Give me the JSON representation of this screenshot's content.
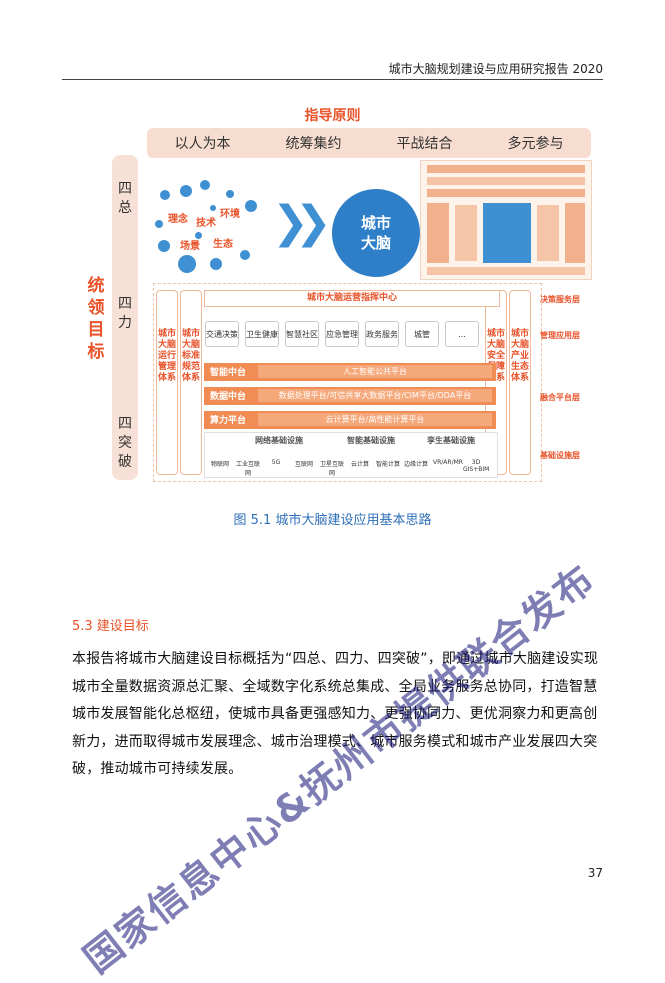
{
  "header": {
    "title": "城市大脑规划建设与应用研究报告 2020"
  },
  "figure": {
    "heading": "指导原则",
    "principles": [
      "以人为本",
      "统筹集约",
      "平战结合",
      "多元参与"
    ],
    "side_label": "统领目标",
    "left_column": [
      "四总",
      "四力",
      "四突破"
    ],
    "cluster_labels": [
      "理念",
      "技术",
      "环境",
      "场景",
      "生态"
    ],
    "brain_label": "城市大脑",
    "command_center": "城市大脑运营指挥中心",
    "left_vertical": [
      "城市大脑运行管理体系",
      "城市大脑标准规范体系"
    ],
    "right_vertical": [
      "城市大脑安全保障体系",
      "城市大脑产业生态体系"
    ],
    "apps": [
      "交通决策",
      "卫生健康",
      "智慧社区",
      "应急管理",
      "政务服务",
      "城管",
      "..."
    ],
    "layers": [
      {
        "name": "智能中台",
        "content": "人工智能公共平台"
      },
      {
        "name": "数据中台",
        "content": "数据处理平台/可信共享大数据平台/CIM平台/DDA平台"
      },
      {
        "name": "算力平台",
        "content": "云计算平台/高性能计算平台"
      }
    ],
    "infra_heads": [
      "网络基础设施",
      "智能基础设施",
      "孪生基础设施"
    ],
    "infra_items": [
      "物联网",
      "工业互联网",
      "5G",
      "互联网",
      "卫星互联网",
      "云计算",
      "智能计算",
      "边缘计算",
      "VR/AR/MR",
      "3D GIS+BIM"
    ],
    "right_labels": [
      "决策服务层",
      "管理应用层",
      "融合平台层",
      "基础设施层"
    ],
    "caption": "图 5.1  城市大脑建设应用基本思路"
  },
  "section": {
    "heading": "5.3  建设目标",
    "paragraph": "本报告将城市大脑建设目标概括为“四总、四力、四突破”，即通过城市大脑建设实现城市全量数据资源总汇聚、全域数字化系统总集成、全局业务服务总协同，打造智慧城市发展智能化总枢纽，使城市具备更强感知力、更强协同力、更优洞察力和更高创新力，进而取得城市发展理念、城市治理模式、城市服务模式和城市产业发展四大突破，推动城市可持续发展。"
  },
  "watermark": "国家信息中心&抚州市提供联合发布",
  "page_number": "37",
  "colors": {
    "accent": "#e8532a",
    "blue": "#2e7fc8",
    "caption": "#2e6fb7"
  }
}
